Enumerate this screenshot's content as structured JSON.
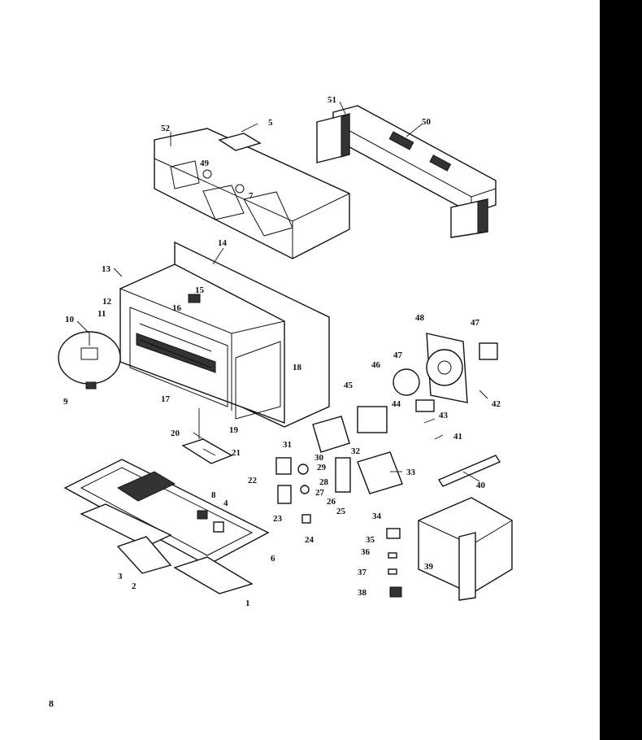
{
  "page_number": "8",
  "callouts": [
    {
      "id": "c1",
      "text": "1"
    },
    {
      "id": "c2",
      "text": "2"
    },
    {
      "id": "c3",
      "text": "3"
    },
    {
      "id": "c4",
      "text": "4"
    },
    {
      "id": "c5",
      "text": "5"
    },
    {
      "id": "c6",
      "text": "6"
    },
    {
      "id": "c7",
      "text": "7"
    },
    {
      "id": "c8",
      "text": "8"
    },
    {
      "id": "c9",
      "text": "9"
    },
    {
      "id": "c10",
      "text": "10"
    },
    {
      "id": "c11",
      "text": "11"
    },
    {
      "id": "c12",
      "text": "12"
    },
    {
      "id": "c13",
      "text": "13"
    },
    {
      "id": "c14",
      "text": "14"
    },
    {
      "id": "c15",
      "text": "15"
    },
    {
      "id": "c16",
      "text": "16"
    },
    {
      "id": "c17",
      "text": "17"
    },
    {
      "id": "c18",
      "text": "18"
    },
    {
      "id": "c19",
      "text": "19"
    },
    {
      "id": "c20",
      "text": "20"
    },
    {
      "id": "c21",
      "text": "21"
    },
    {
      "id": "c22",
      "text": "22"
    },
    {
      "id": "c23",
      "text": "23"
    },
    {
      "id": "c24",
      "text": "24"
    },
    {
      "id": "c25",
      "text": "25"
    },
    {
      "id": "c26",
      "text": "26"
    },
    {
      "id": "c27",
      "text": "27"
    },
    {
      "id": "c28",
      "text": "28"
    },
    {
      "id": "c29",
      "text": "29"
    },
    {
      "id": "c30",
      "text": "30"
    },
    {
      "id": "c31",
      "text": "31"
    },
    {
      "id": "c32",
      "text": "32"
    },
    {
      "id": "c33",
      "text": "33"
    },
    {
      "id": "c34",
      "text": "34"
    },
    {
      "id": "c35",
      "text": "35"
    },
    {
      "id": "c36",
      "text": "36"
    },
    {
      "id": "c37",
      "text": "37"
    },
    {
      "id": "c38",
      "text": "38"
    },
    {
      "id": "c39",
      "text": "39"
    },
    {
      "id": "c40",
      "text": "40"
    },
    {
      "id": "c41",
      "text": "41"
    },
    {
      "id": "c42",
      "text": "42"
    },
    {
      "id": "c43",
      "text": "43"
    },
    {
      "id": "c44",
      "text": "44"
    },
    {
      "id": "c45",
      "text": "45"
    },
    {
      "id": "c46",
      "text": "46"
    },
    {
      "id": "c47a",
      "text": "47"
    },
    {
      "id": "c47b",
      "text": "47"
    },
    {
      "id": "c48",
      "text": "48"
    },
    {
      "id": "c49",
      "text": "49"
    },
    {
      "id": "c50",
      "text": "50"
    },
    {
      "id": "c51",
      "text": "51"
    },
    {
      "id": "c52",
      "text": "52"
    }
  ]
}
